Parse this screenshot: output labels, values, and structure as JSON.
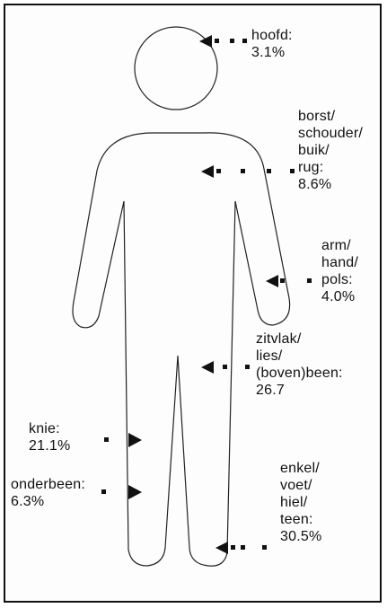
{
  "labels": {
    "head": "hoofd:\n3.1%",
    "chest": "borst/\nschouder/\nbuik/\nrug:\n8.6%",
    "arm": "arm/\nhand/\npols:\n4.0%",
    "hip": "zitvlak/\nlies/\n(boven)been:\n26.7",
    "knee": "knie:\n21.1%",
    "lowerleg": "onderbeen:\n6.3%",
    "ankle": "enkel/\nvoet/\nhiel/\nteen:\n30.5%"
  },
  "injury_share_percent": {
    "head": 3.1,
    "chest": 8.6,
    "arm": 4.0,
    "hip": 26.7,
    "knee": 21.1,
    "lowerleg": 6.3,
    "ankle": 30.5
  },
  "colors": {
    "line": "#111111",
    "background": "#fdfdfd"
  }
}
